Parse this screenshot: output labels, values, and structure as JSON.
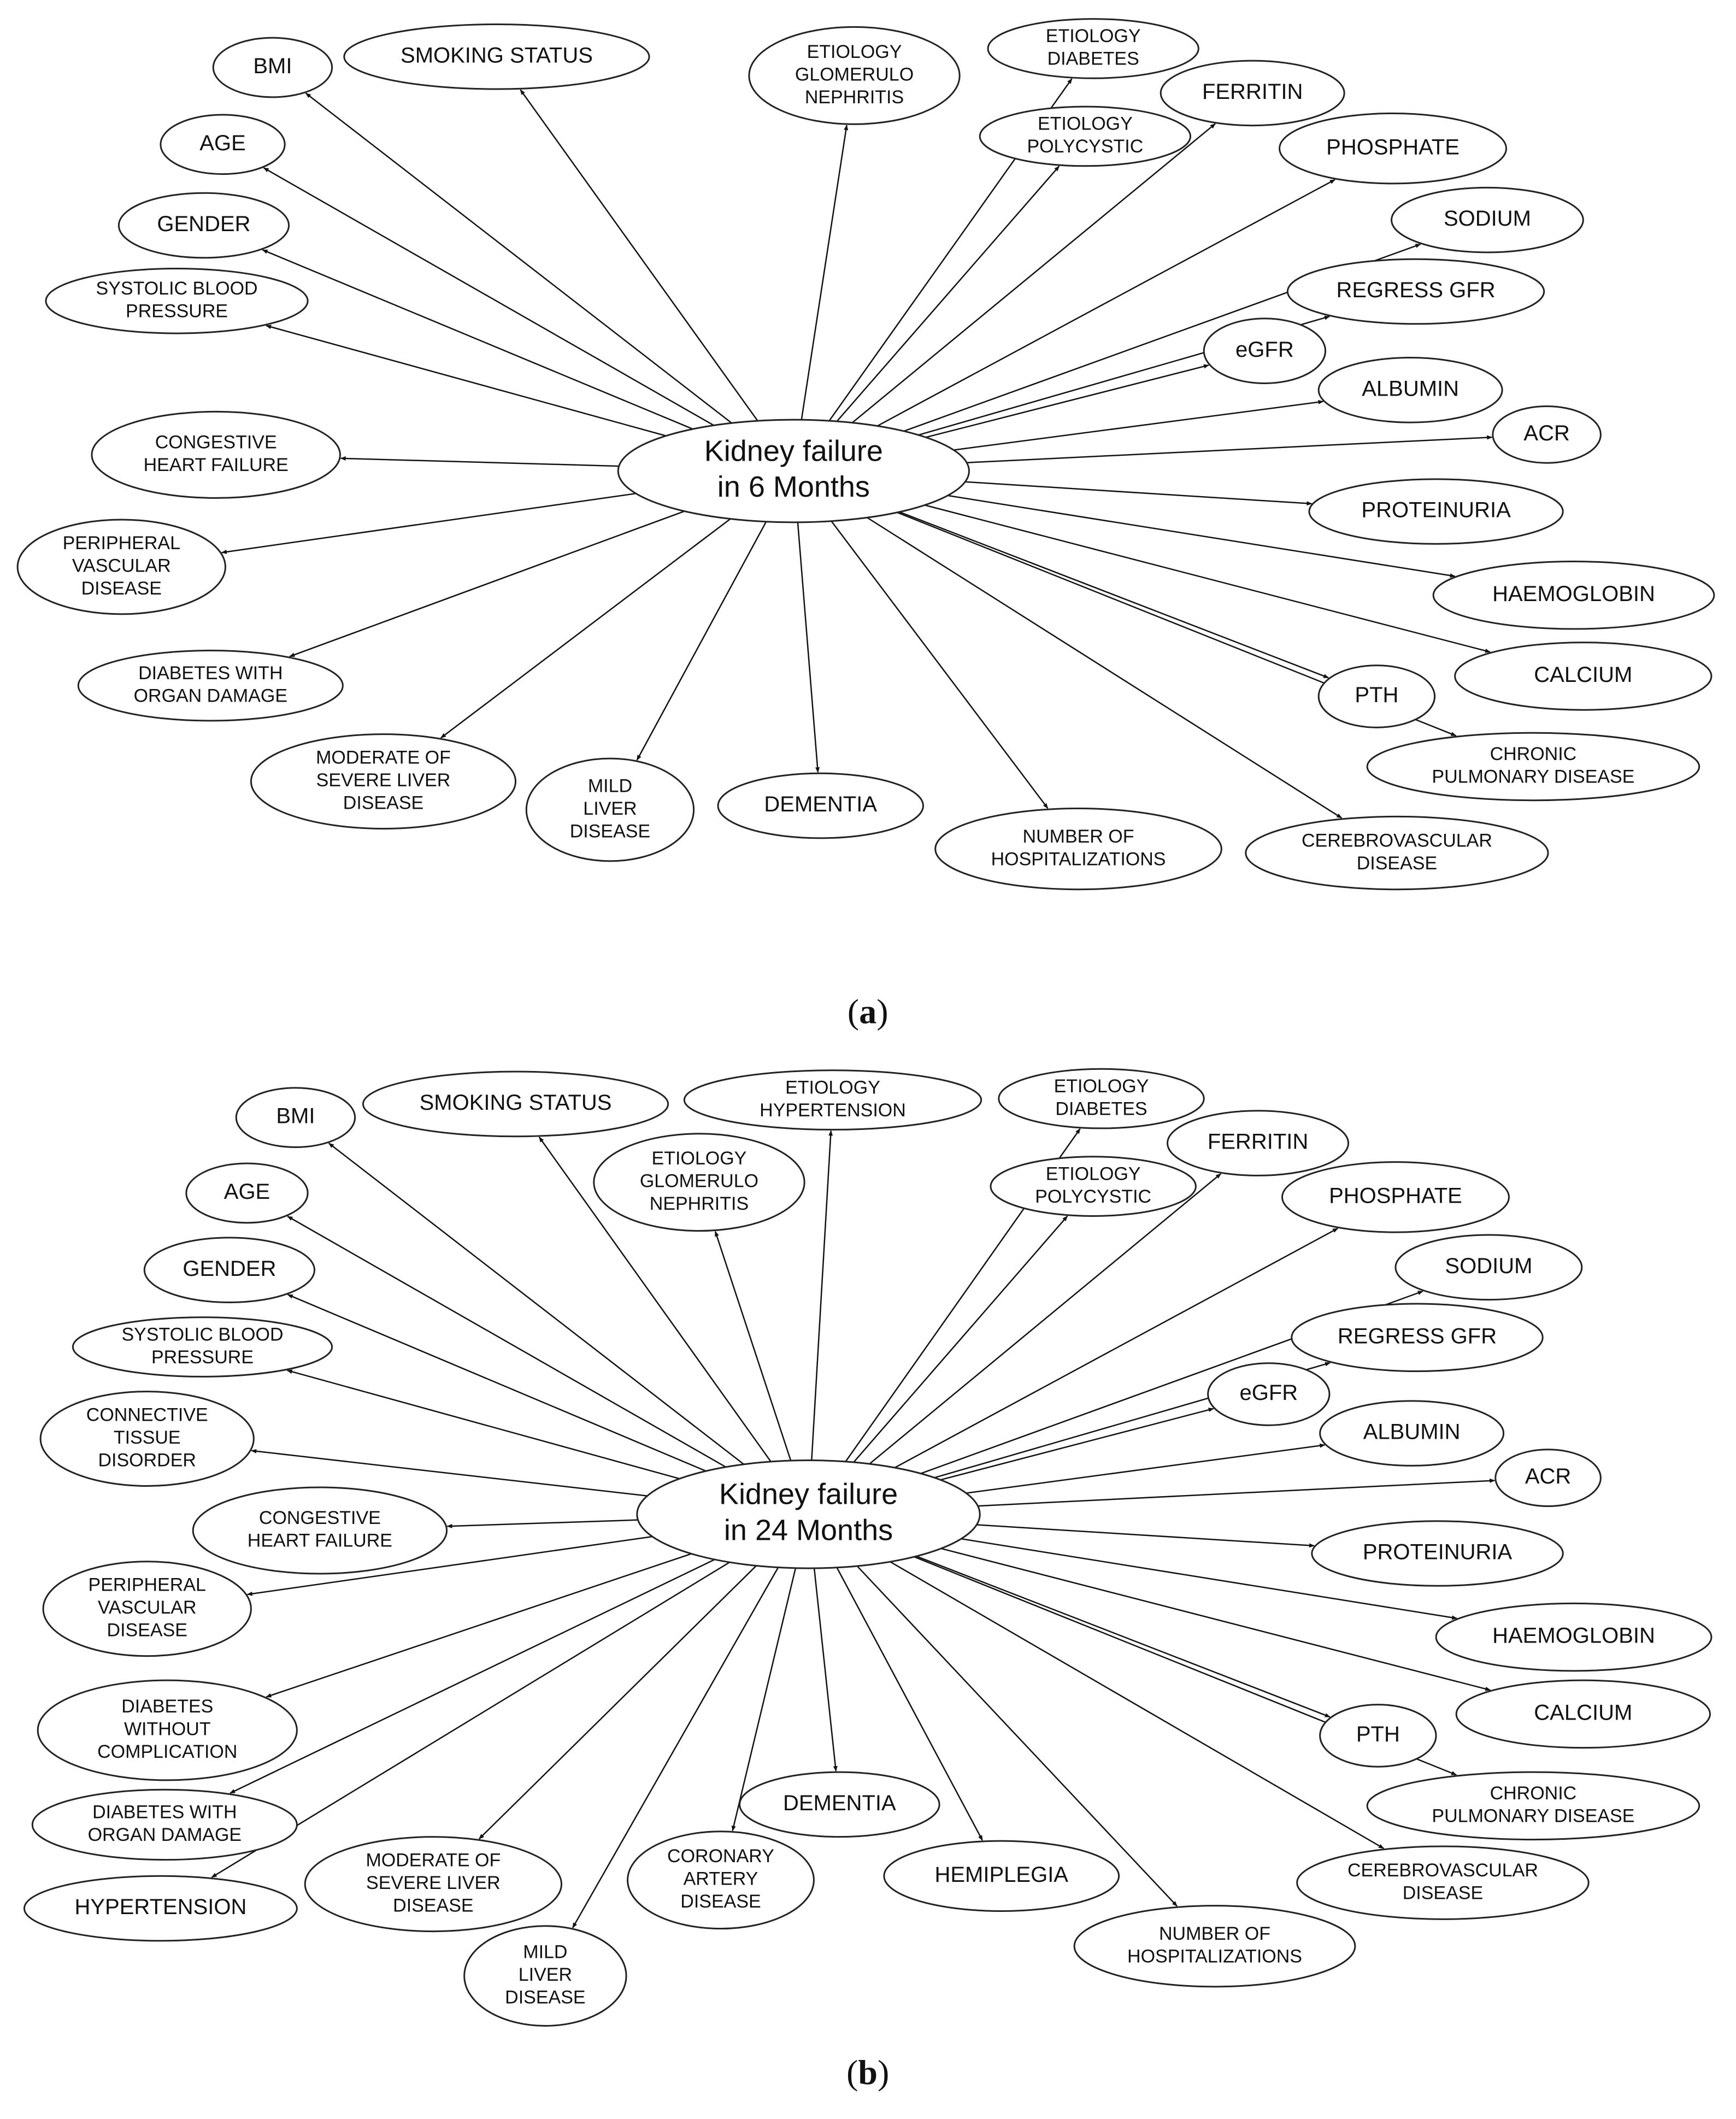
{
  "panels": [
    {
      "id": "a",
      "caption": {
        "open": "(",
        "letter": "a",
        "close": ")"
      },
      "center": {
        "label": [
          "Kidney failure",
          "in 6 Months"
        ]
      },
      "nodes": [
        {
          "id": "bmi",
          "label": [
            "BMI"
          ]
        },
        {
          "id": "smoking",
          "label": [
            "SMOKING STATUS"
          ]
        },
        {
          "id": "etio-glom",
          "label": [
            "ETIOLOGY",
            "GLOMERULO",
            "NEPHRITIS"
          ]
        },
        {
          "id": "etio-diab",
          "label": [
            "ETIOLOGY",
            "DIABETES"
          ]
        },
        {
          "id": "ferritin",
          "label": [
            "FERRITIN"
          ]
        },
        {
          "id": "etio-poly",
          "label": [
            "ETIOLOGY",
            "POLYCYSTIC"
          ]
        },
        {
          "id": "phosphate",
          "label": [
            "PHOSPHATE"
          ]
        },
        {
          "id": "age",
          "label": [
            "AGE"
          ]
        },
        {
          "id": "gender",
          "label": [
            "GENDER"
          ]
        },
        {
          "id": "sodium",
          "label": [
            "SODIUM"
          ]
        },
        {
          "id": "sbp",
          "label": [
            "SYSTOLIC BLOOD",
            "PRESSURE"
          ]
        },
        {
          "id": "regress",
          "label": [
            "REGRESS GFR"
          ]
        },
        {
          "id": "egfr",
          "label": [
            "eGFR"
          ]
        },
        {
          "id": "albumin",
          "label": [
            "ALBUMIN"
          ]
        },
        {
          "id": "chf",
          "label": [
            "CONGESTIVE",
            "HEART FAILURE"
          ]
        },
        {
          "id": "acr",
          "label": [
            "ACR"
          ]
        },
        {
          "id": "proteinuria",
          "label": [
            "PROTEINURIA"
          ]
        },
        {
          "id": "pvd",
          "label": [
            "PERIPHERAL",
            "VASCULAR",
            "DISEASE"
          ]
        },
        {
          "id": "haemoglobin",
          "label": [
            "HAEMOGLOBIN"
          ]
        },
        {
          "id": "diab-organ",
          "label": [
            "DIABETES WITH",
            "ORGAN DAMAGE"
          ]
        },
        {
          "id": "calcium",
          "label": [
            "CALCIUM"
          ]
        },
        {
          "id": "pth",
          "label": [
            "PTH"
          ]
        },
        {
          "id": "liver-sev",
          "label": [
            "MODERATE OF",
            "SEVERE LIVER",
            "DISEASE"
          ]
        },
        {
          "id": "chronic-pulm",
          "label": [
            "CHRONIC",
            "PULMONARY DISEASE"
          ]
        },
        {
          "id": "liver-mild",
          "label": [
            "MILD",
            "LIVER",
            "DISEASE"
          ]
        },
        {
          "id": "dementia",
          "label": [
            "DEMENTIA"
          ]
        },
        {
          "id": "hosp",
          "label": [
            "NUMBER OF",
            "HOSPITALIZATIONS"
          ]
        },
        {
          "id": "cerebro",
          "label": [
            "CEREBROVASCULAR",
            "DISEASE"
          ]
        }
      ]
    },
    {
      "id": "b",
      "caption": {
        "open": "(",
        "letter": "b",
        "close": ")"
      },
      "center": {
        "label": [
          "Kidney failure",
          "in 24 Months"
        ]
      },
      "nodes": [
        {
          "id": "bmi",
          "label": [
            "BMI"
          ]
        },
        {
          "id": "smoking",
          "label": [
            "SMOKING STATUS"
          ]
        },
        {
          "id": "etio-hyp",
          "label": [
            "ETIOLOGY",
            "HYPERTENSION"
          ]
        },
        {
          "id": "etio-diab",
          "label": [
            "ETIOLOGY",
            "DIABETES"
          ]
        },
        {
          "id": "ferritin",
          "label": [
            "FERRITIN"
          ]
        },
        {
          "id": "etio-glom",
          "label": [
            "ETIOLOGY",
            "GLOMERULO",
            "NEPHRITIS"
          ]
        },
        {
          "id": "etio-poly",
          "label": [
            "ETIOLOGY",
            "POLYCYSTIC"
          ]
        },
        {
          "id": "age",
          "label": [
            "AGE"
          ]
        },
        {
          "id": "phosphate",
          "label": [
            "PHOSPHATE"
          ]
        },
        {
          "id": "gender",
          "label": [
            "GENDER"
          ]
        },
        {
          "id": "sodium",
          "label": [
            "SODIUM"
          ]
        },
        {
          "id": "sbp",
          "label": [
            "SYSTOLIC BLOOD",
            "PRESSURE"
          ]
        },
        {
          "id": "regress",
          "label": [
            "REGRESS GFR"
          ]
        },
        {
          "id": "ctd",
          "label": [
            "CONNECTIVE",
            "TISSUE",
            "DISORDER"
          ]
        },
        {
          "id": "egfr",
          "label": [
            "eGFR"
          ]
        },
        {
          "id": "albumin",
          "label": [
            "ALBUMIN"
          ]
        },
        {
          "id": "acr",
          "label": [
            "ACR"
          ]
        },
        {
          "id": "chf",
          "label": [
            "CONGESTIVE",
            "HEART FAILURE"
          ]
        },
        {
          "id": "proteinuria",
          "label": [
            "PROTEINURIA"
          ]
        },
        {
          "id": "pvd",
          "label": [
            "PERIPHERAL",
            "VASCULAR",
            "DISEASE"
          ]
        },
        {
          "id": "haemoglobin",
          "label": [
            "HAEMOGLOBIN"
          ]
        },
        {
          "id": "diab-nocomp",
          "label": [
            "DIABETES",
            "WITHOUT",
            "COMPLICATION"
          ]
        },
        {
          "id": "calcium",
          "label": [
            "CALCIUM"
          ]
        },
        {
          "id": "pth",
          "label": [
            "PTH"
          ]
        },
        {
          "id": "chronic-pulm",
          "label": [
            "CHRONIC",
            "PULMONARY DISEASE"
          ]
        },
        {
          "id": "diab-organ",
          "label": [
            "DIABETES WITH",
            "ORGAN DAMAGE"
          ]
        },
        {
          "id": "dementia",
          "label": [
            "DEMENTIA"
          ]
        },
        {
          "id": "liver-sev",
          "label": [
            "MODERATE OF",
            "SEVERE LIVER",
            "DISEASE"
          ]
        },
        {
          "id": "coronary",
          "label": [
            "CORONARY",
            "ARTERY",
            "DISEASE"
          ]
        },
        {
          "id": "cerebro",
          "label": [
            "CEREBROVASCULAR",
            "DISEASE"
          ]
        },
        {
          "id": "hemiplegia",
          "label": [
            "HEMIPLEGIA"
          ]
        },
        {
          "id": "hypertension",
          "label": [
            "HYPERTENSION"
          ]
        },
        {
          "id": "hosp",
          "label": [
            "NUMBER OF",
            "HOSPITALIZATIONS"
          ]
        },
        {
          "id": "liver-mild",
          "label": [
            "MILD",
            "LIVER",
            "DISEASE"
          ]
        }
      ]
    }
  ]
}
